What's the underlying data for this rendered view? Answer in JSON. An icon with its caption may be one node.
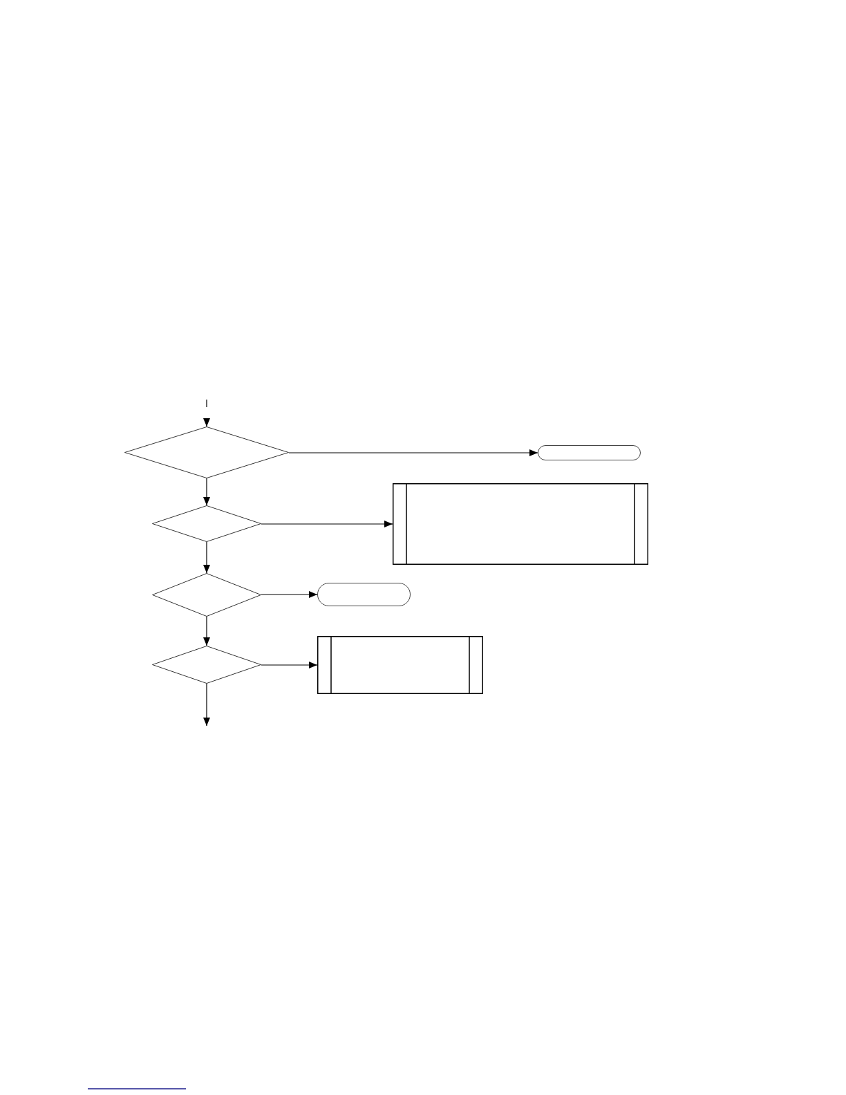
{
  "diagram": {
    "nodes": [
      {
        "text": [],
        "shape": "diamond"
      },
      {
        "text": [],
        "shape": "pill"
      },
      {
        "text": [],
        "shape": "diamond"
      },
      {
        "text": [],
        "shape": "subroutine"
      },
      {
        "text": [],
        "shape": "diamond"
      },
      {
        "text": [],
        "shape": "pill"
      },
      {
        "text": [],
        "shape": "diamond"
      },
      {
        "text": [],
        "shape": "subroutine"
      }
    ],
    "edges": [
      {
        "from": null,
        "to": 0,
        "arrow": "to"
      },
      {
        "from": 0,
        "to": 1,
        "arrow": "to"
      },
      {
        "from": 0,
        "to": 2,
        "arrow": "to"
      },
      {
        "from": 2,
        "to": 3,
        "arrow": "to"
      },
      {
        "from": 2,
        "to": 4,
        "arrow": "to"
      },
      {
        "from": 4,
        "to": 5,
        "arrow": "to"
      },
      {
        "from": 4,
        "to": 6,
        "arrow": "to"
      },
      {
        "from": 6,
        "to": 7,
        "arrow": "to"
      },
      {
        "from": 6,
        "to": null,
        "arrow": "to"
      }
    ]
  }
}
